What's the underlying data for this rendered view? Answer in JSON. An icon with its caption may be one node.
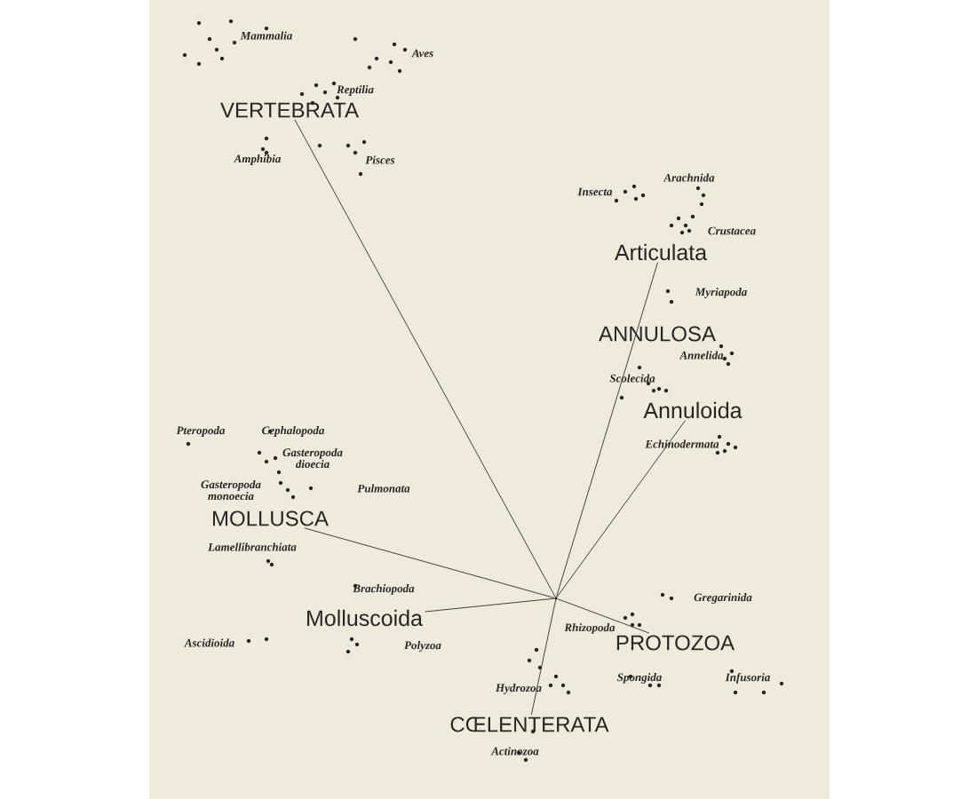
{
  "diagram": {
    "nodes": [
      {
        "text": [],
        "shape": "point"
      },
      {
        "text": [
          "VERTEBRATA"
        ]
      },
      {
        "text": [
          "Articulata"
        ]
      },
      {
        "text": [
          "ANNULOSA"
        ]
      },
      {
        "text": [
          "Annuloida"
        ]
      },
      {
        "text": [
          "MOLLUSCA"
        ]
      },
      {
        "text": [
          "Molluscoida"
        ]
      },
      {
        "text": [
          "PROTOZOA"
        ]
      },
      {
        "text": [
          "CŒLENTERATA"
        ]
      }
    ],
    "edges": [
      {
        "from": 0,
        "to": 1,
        "arrow": "none"
      },
      {
        "from": 0,
        "to": 2,
        "arrow": "none"
      },
      {
        "from": 0,
        "to": 4,
        "arrow": "none"
      },
      {
        "from": 0,
        "to": 5,
        "arrow": "none"
      },
      {
        "from": 0,
        "to": 6,
        "arrow": "none"
      },
      {
        "from": 0,
        "to": 7,
        "arrow": "none"
      },
      {
        "from": 0,
        "to": 8,
        "arrow": "none"
      }
    ],
    "labels": [
      "Mammalia",
      "Aves",
      "Reptilia",
      "Amphibia",
      "Pisces",
      "Arachnida",
      "Insecta",
      "Crustacea",
      "Myriapoda",
      "Annelida",
      "Scolecida",
      "Echinodermata",
      "Pteropoda",
      "Cephalopoda",
      "Gasteropoda dioecia",
      "Gasteropoda monoecia",
      "Pulmonata",
      "Lamellibranchiata",
      "Brachiopoda",
      "Ascidioida",
      "Polyzoa",
      "Gregarinida",
      "Rhizopoda",
      "Spongida",
      "Infusoria",
      "Hydrozoa",
      "Actinozoa"
    ]
  }
}
